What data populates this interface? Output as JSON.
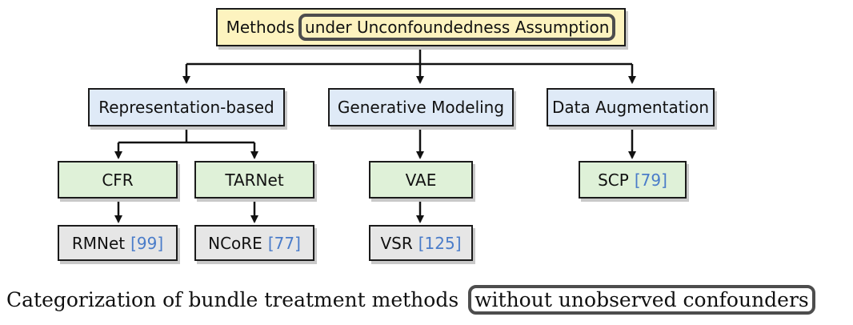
{
  "root": {
    "text": "Methods",
    "highlight": "under Unconfoundedness Assumption"
  },
  "categories": [
    {
      "label": "Representation-based"
    },
    {
      "label": "Generative Modeling"
    },
    {
      "label": "Data Augmentation"
    }
  ],
  "methods": [
    {
      "name": "CFR"
    },
    {
      "name": "TARNet"
    },
    {
      "name": "VAE"
    },
    {
      "name": "SCP",
      "cite": "[79]"
    }
  ],
  "refs": [
    {
      "name": "RMNet",
      "cite": "[99]"
    },
    {
      "name": "NCoRE",
      "cite": "[77]"
    },
    {
      "name": "VSR",
      "cite": "[125]"
    }
  ],
  "caption": {
    "text": "Categorization of bundle treatment methods",
    "highlight": "without unobserved confounders"
  },
  "colors": {
    "root_fill": "#fdf3bf",
    "category_fill": "#dfeaf7",
    "method_fill": "#dff1d8",
    "reference_fill": "#e6e6e6",
    "citation": "#4a7cc9",
    "highlight_border": "#4d4d4d"
  }
}
